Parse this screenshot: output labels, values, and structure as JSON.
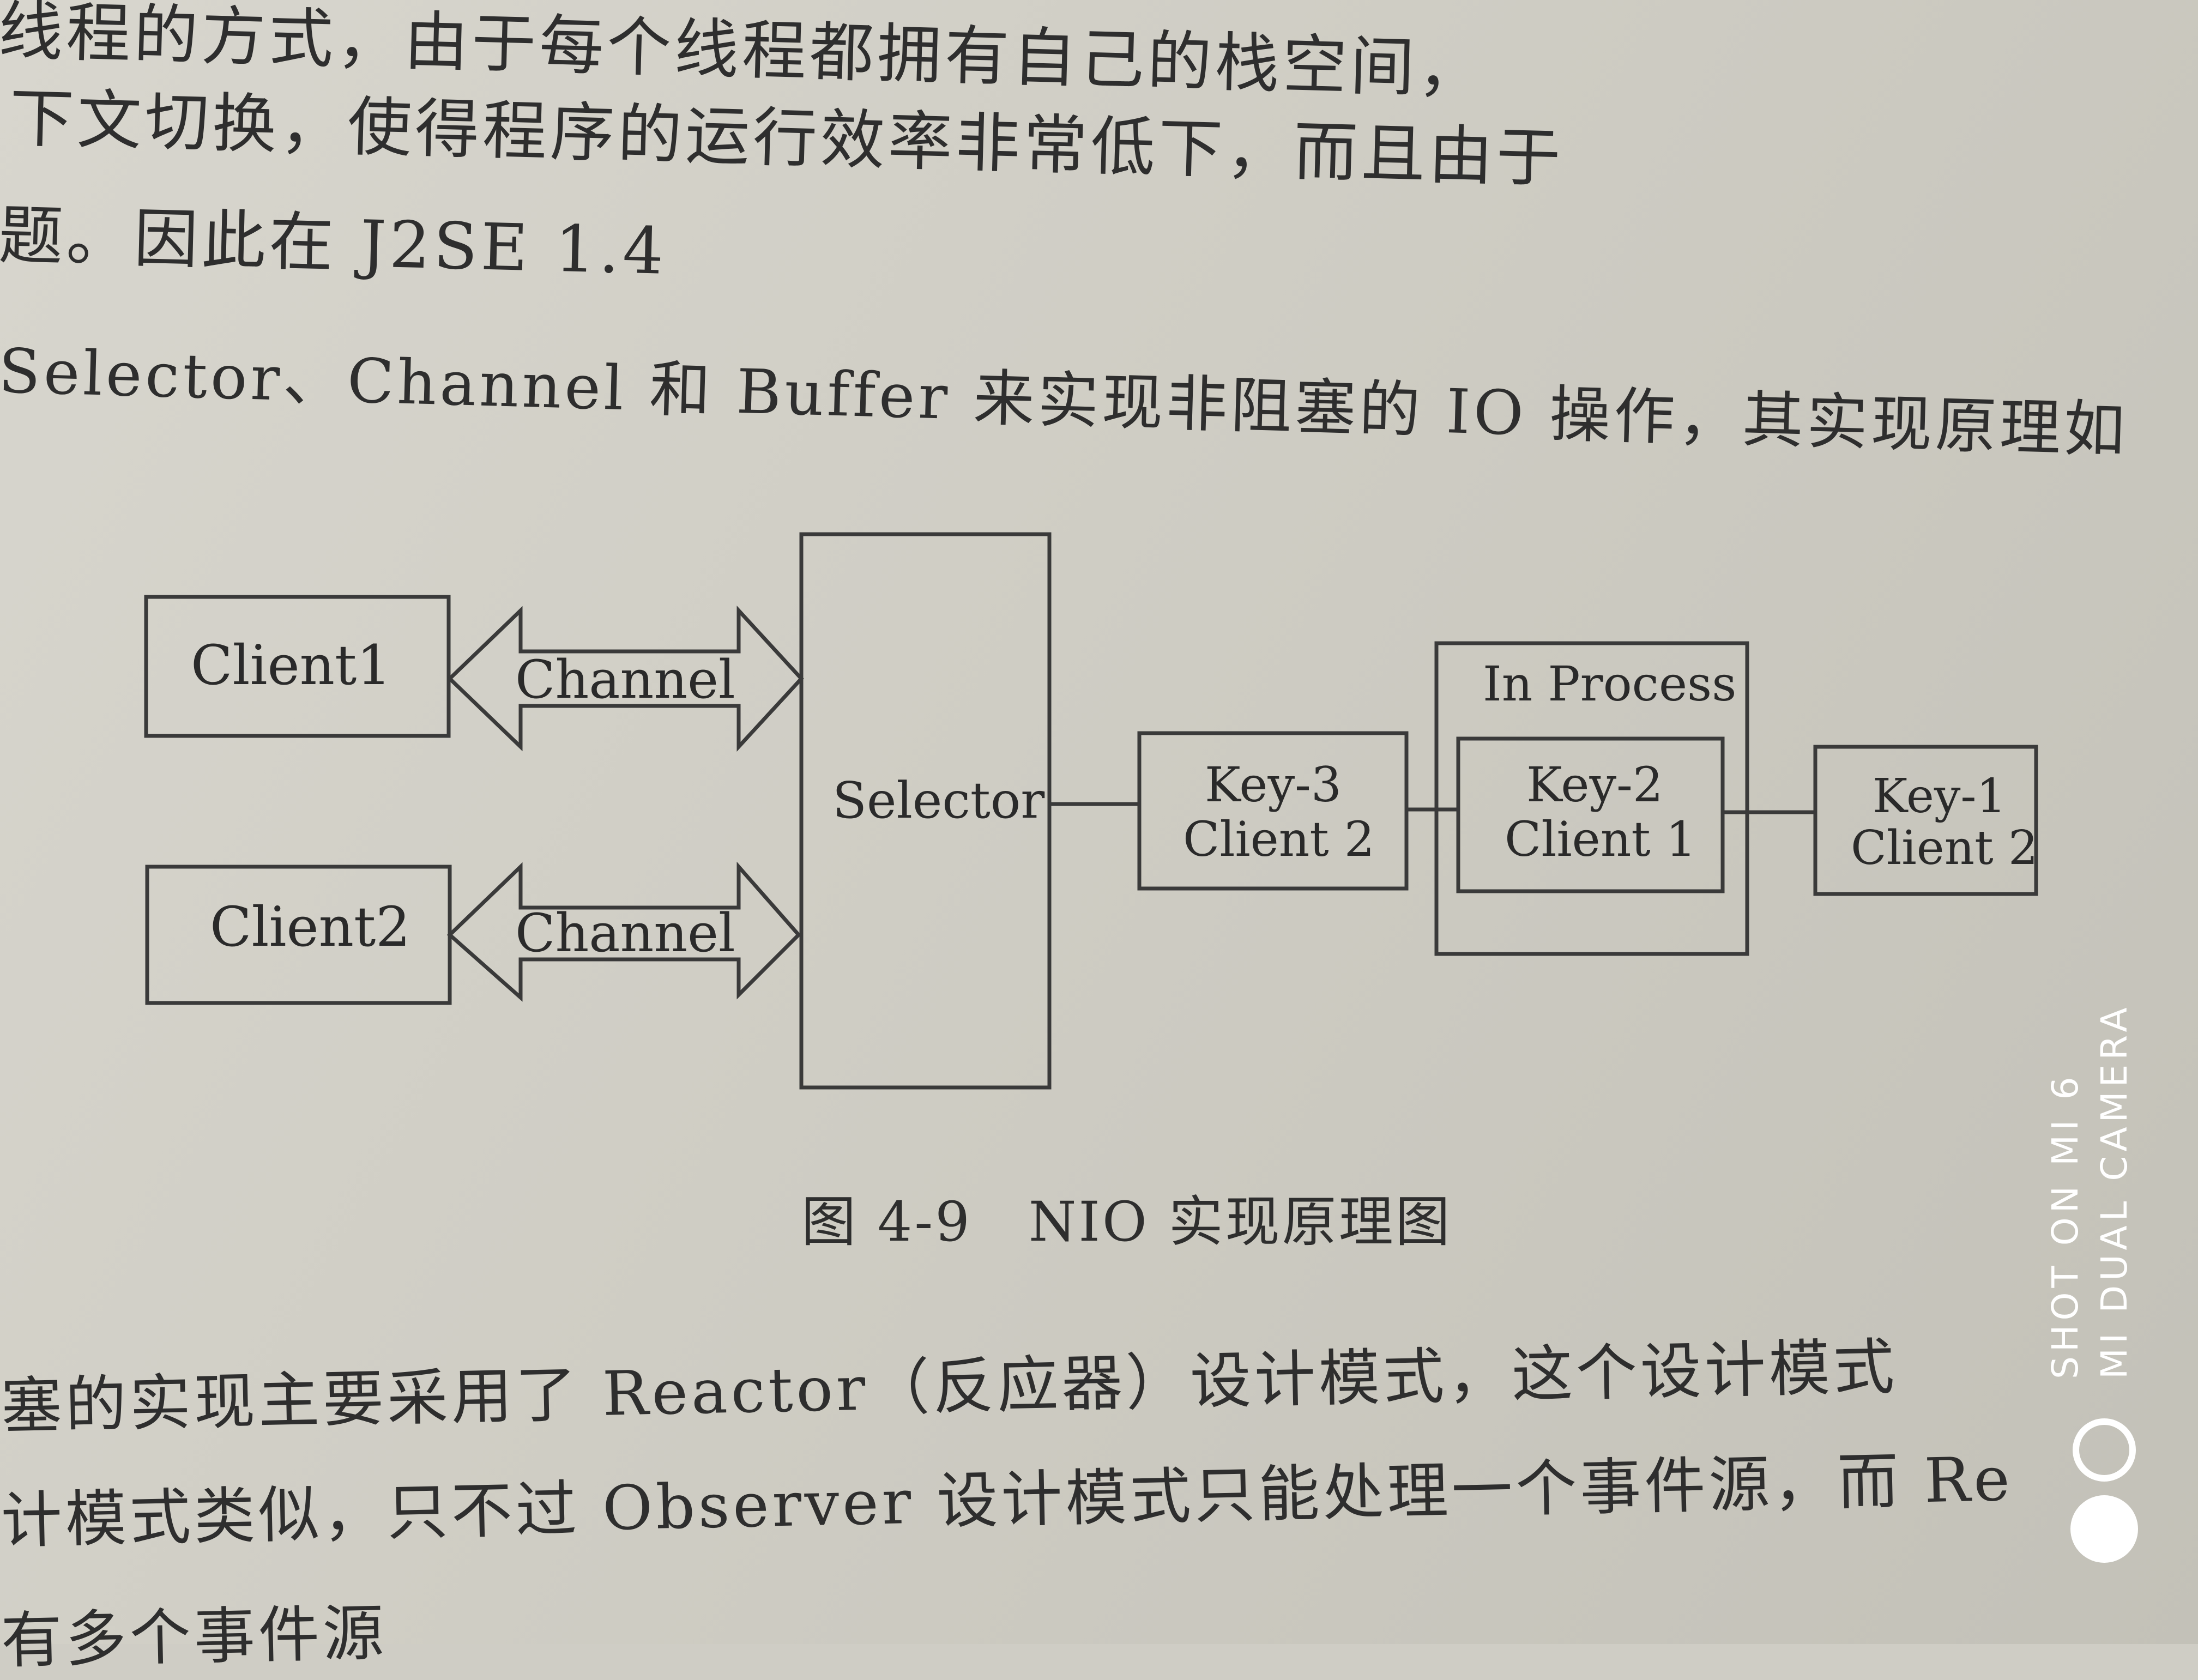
{
  "text_lines": {
    "l1": "线程的方式，由于每个线程都拥有自己的栈空间，",
    "l2": "下文切换，使得程序的运行效率非常低下，而且由于",
    "l3": "题。因此在 J2SE 1.4",
    "l4": "Selector、Channel 和 Buffer 来实现非阻塞的 IO 操作，其实现原理如",
    "l5": "塞的实现主要采用了 Reactor（反应器）设计模式，这个设计模式",
    "l6": "计模式类似，只不过 Observer 设计模式只能处理一个事件源，而 Re",
    "l7": "有多个事件源"
  },
  "diagram": {
    "client1": "Client1",
    "client2": "Client2",
    "channel1": "Channel",
    "channel2": "Channel",
    "selector": "Selector",
    "in_process": "In Process",
    "key3_a": "Key-3",
    "key3_b": "Client 2",
    "key2_a": "Key-2",
    "key2_b": "Client 1",
    "key1_a": "Key-1",
    "key1_b": "Client 2"
  },
  "caption": "图 4-9　NIO 实现原理图",
  "watermark": {
    "line1": "SHOT ON MI 6",
    "line2": "MI DUAL CAMERA"
  }
}
